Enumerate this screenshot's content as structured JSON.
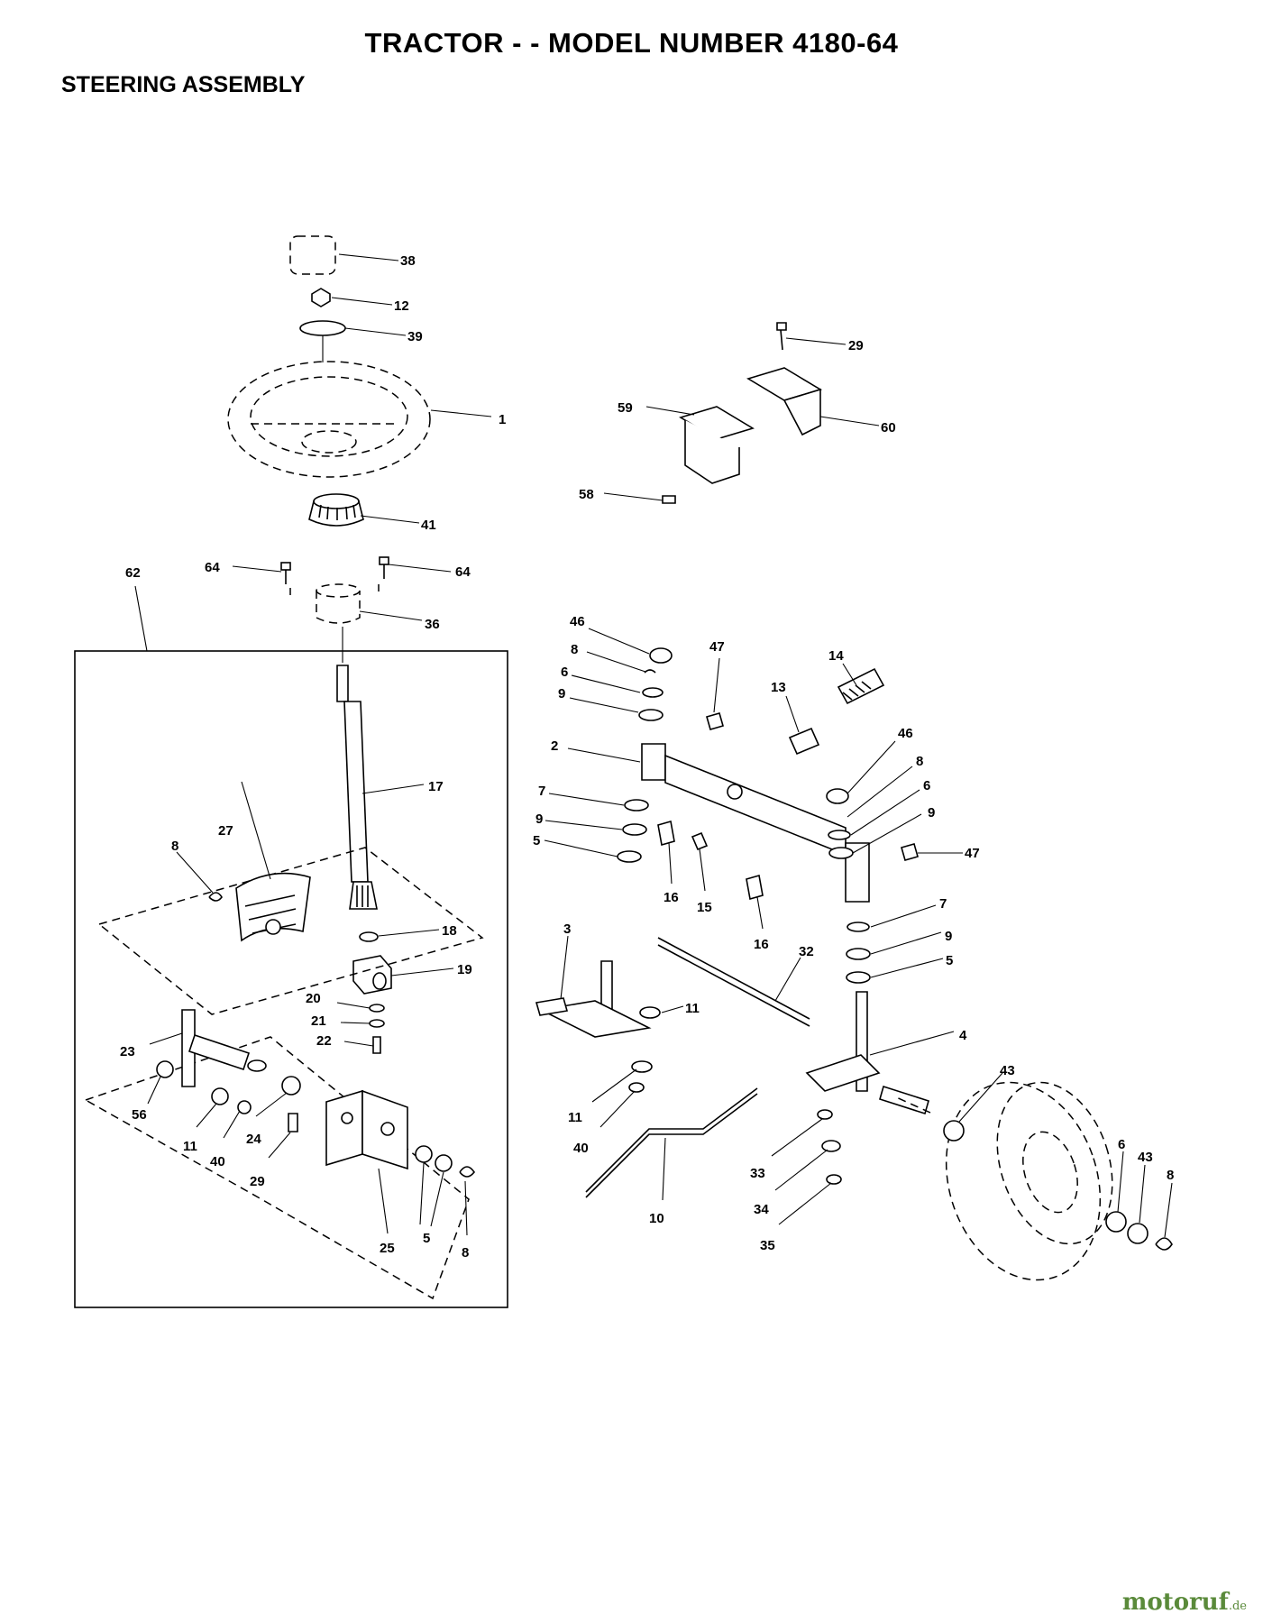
{
  "header": {
    "title": "TRACTOR - - MODEL NUMBER 4180-64",
    "subtitle": "STEERING ASSEMBLY"
  },
  "watermark": {
    "brand": "motoruf",
    "tld": ".de",
    "color": "#5a8a3a"
  },
  "callouts": [
    {
      "id": "c38",
      "label": "38"
    },
    {
      "id": "c12",
      "label": "12"
    },
    {
      "id": "c39",
      "label": "39"
    },
    {
      "id": "c1",
      "label": "1"
    },
    {
      "id": "c41",
      "label": "41"
    },
    {
      "id": "c64a",
      "label": "64"
    },
    {
      "id": "c64b",
      "label": "64"
    },
    {
      "id": "c36",
      "label": "36"
    },
    {
      "id": "c62",
      "label": "62"
    },
    {
      "id": "c17",
      "label": "17"
    },
    {
      "id": "c27",
      "label": "27"
    },
    {
      "id": "c8a",
      "label": "8"
    },
    {
      "id": "c18",
      "label": "18"
    },
    {
      "id": "c19",
      "label": "19"
    },
    {
      "id": "c20",
      "label": "20"
    },
    {
      "id": "c21",
      "label": "21"
    },
    {
      "id": "c22",
      "label": "22"
    },
    {
      "id": "c23",
      "label": "23"
    },
    {
      "id": "c56",
      "label": "56"
    },
    {
      "id": "c11a",
      "label": "11"
    },
    {
      "id": "c40a",
      "label": "40"
    },
    {
      "id": "c24",
      "label": "24"
    },
    {
      "id": "c29a",
      "label": "29"
    },
    {
      "id": "c25",
      "label": "25"
    },
    {
      "id": "c5a",
      "label": "5"
    },
    {
      "id": "c8b",
      "label": "8"
    },
    {
      "id": "c29b",
      "label": "29"
    },
    {
      "id": "c59",
      "label": "59"
    },
    {
      "id": "c60",
      "label": "60"
    },
    {
      "id": "c58",
      "label": "58"
    },
    {
      "id": "c46a",
      "label": "46"
    },
    {
      "id": "c8c",
      "label": "8"
    },
    {
      "id": "c6a",
      "label": "6"
    },
    {
      "id": "c9a",
      "label": "9"
    },
    {
      "id": "c47a",
      "label": "47"
    },
    {
      "id": "c13",
      "label": "13"
    },
    {
      "id": "c14",
      "label": "14"
    },
    {
      "id": "c2",
      "label": "2"
    },
    {
      "id": "c7a",
      "label": "7"
    },
    {
      "id": "c9b",
      "label": "9"
    },
    {
      "id": "c5b",
      "label": "5"
    },
    {
      "id": "c46b",
      "label": "46"
    },
    {
      "id": "c8d",
      "label": "8"
    },
    {
      "id": "c6b",
      "label": "6"
    },
    {
      "id": "c9c",
      "label": "9"
    },
    {
      "id": "c47b",
      "label": "47"
    },
    {
      "id": "c16a",
      "label": "16"
    },
    {
      "id": "c15",
      "label": "15"
    },
    {
      "id": "c16b",
      "label": "16"
    },
    {
      "id": "c3",
      "label": "3"
    },
    {
      "id": "c32",
      "label": "32"
    },
    {
      "id": "c7b",
      "label": "7"
    },
    {
      "id": "c9d",
      "label": "9"
    },
    {
      "id": "c5c",
      "label": "5"
    },
    {
      "id": "c11b",
      "label": "11"
    },
    {
      "id": "c4",
      "label": "4"
    },
    {
      "id": "c11c",
      "label": "11"
    },
    {
      "id": "c40b",
      "label": "40"
    },
    {
      "id": "c43a",
      "label": "43"
    },
    {
      "id": "c33",
      "label": "33"
    },
    {
      "id": "c34",
      "label": "34"
    },
    {
      "id": "c10",
      "label": "10"
    },
    {
      "id": "c35",
      "label": "35"
    },
    {
      "id": "c6c",
      "label": "6"
    },
    {
      "id": "c43b",
      "label": "43"
    },
    {
      "id": "c8e",
      "label": "8"
    }
  ]
}
